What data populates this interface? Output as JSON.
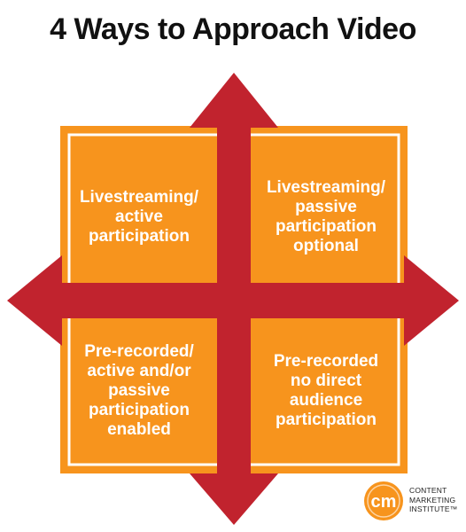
{
  "title": "4 Ways to Approach Video",
  "quadrants": {
    "top_left": {
      "lines": [
        "Livestreaming/",
        "active",
        "participation"
      ]
    },
    "top_right": {
      "lines": [
        "Livestreaming/",
        "passive",
        "participation",
        "optional"
      ]
    },
    "bottom_left": {
      "lines": [
        "Pre-recorded/",
        "active and/or",
        "passive",
        "participation",
        "enabled"
      ]
    },
    "bottom_right": {
      "lines": [
        "Pre-recorded",
        "no direct",
        "audience",
        "participation"
      ]
    }
  },
  "logo": {
    "monogram": "cm",
    "lines": [
      "CONTENT",
      "MARKETING",
      "INSTITUTE™"
    ]
  },
  "colors": {
    "orange": "#F7941D",
    "red": "#C1232E",
    "text": "#111111",
    "quad_text": "#FFFFFF"
  }
}
